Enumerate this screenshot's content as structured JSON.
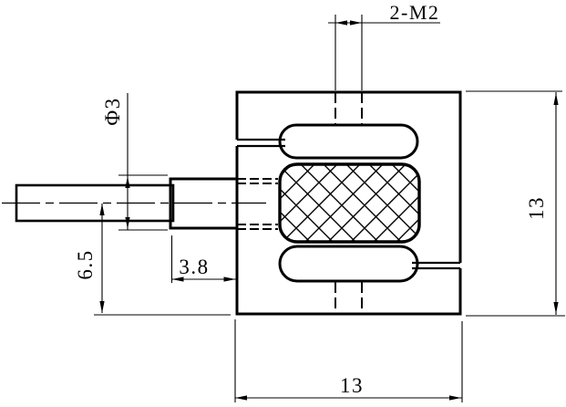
{
  "drawing": {
    "kind": "engineering-dimension-drawing",
    "subject": "s-type-miniature-load-cell-with-cable",
    "background_color": "#ffffff",
    "line_color": "#000000",
    "labels": {
      "thread_callout": "2-M2",
      "cable_boss_diameter": "Φ3",
      "axis_to_bottom_height": "6.5",
      "boss_length": "3.8",
      "body_height": "13",
      "body_width": "13"
    }
  }
}
